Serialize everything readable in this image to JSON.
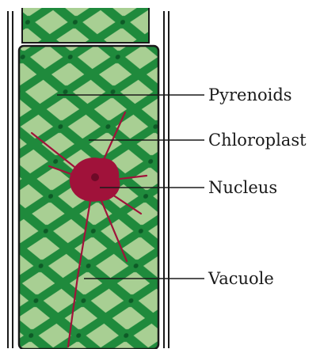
{
  "labels": {
    "pyrenoids": "Pyrenoids",
    "chloroplast": "Chloroplast",
    "nucleus": "Nucleus",
    "vacuole": "Vacuole"
  },
  "colors": {
    "chloroplast_dark": "#1f8a3c",
    "cell_light": "#a8cf93",
    "nucleus": "#a0123a",
    "cytoplasm_strand": "#a0123a",
    "outline": "#1a1a1a"
  }
}
